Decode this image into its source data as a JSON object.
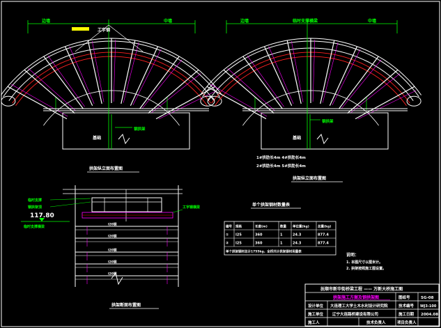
{
  "view1": {
    "label_left": "边墙",
    "label_right": "中墙",
    "label_center": "工字钢",
    "label_side": "钢拱架",
    "label_bottom": "基础",
    "caption": "拱架纵立面布置图"
  },
  "view2": {
    "label_left": "边墙",
    "label_right": "中墙",
    "label_top": "临时支撑横梁",
    "label_side": "钢拱架",
    "label_bottom": "基础",
    "note_lines": [
      "1#拱肋长4m  4#拱肋长4m",
      "2#拱肋长4m  5#拱肋长4m"
    ],
    "caption": "拱架纵立面布置图"
  },
  "section": {
    "elevation": "117.80",
    "elevation_label": "临时支撑横梁",
    "labels_left": [
      "钢拱架顶",
      "临时支撑"
    ],
    "label_right": "工字钢横梁",
    "beams": [
      "I20钢",
      "I20钢",
      "I20钢",
      "I20钢",
      "I20钢"
    ],
    "caption": "拱架断面布置图"
  },
  "table": {
    "title": "单个拱架钢材数量表",
    "headers": [
      "编号",
      "规格",
      "长度(m)",
      "数量",
      "单位重(kg)",
      "总重(kg)"
    ],
    "rows": [
      [
        "①",
        "I25",
        "360",
        "1",
        "24.3",
        "877.4"
      ],
      [
        "②",
        "I25",
        "360",
        "1",
        "24.3",
        "877.4"
      ]
    ],
    "footer": "单个拱架钢材总计1755kg，全桥共计拱架钢材用量表"
  },
  "notes": {
    "title": "说明：",
    "items": [
      "1. 本图尺寸以厘米计。",
      "2. 拱架按照施工图设置。"
    ]
  },
  "title_block": {
    "project": "抚顺市新华街桥梁工程 —— 万新大桥施工图",
    "drawing_title": "拱架施工方案及钢拱架图",
    "designer_label": "设计单位",
    "designer": "大连理工大学土木水利设计研究院",
    "contractor_label": "施工单位",
    "contractor": "辽宁大连路桥建设有限公司",
    "staff_label": "施工人",
    "reviewer_label": "技术负责人",
    "drawing_no_label": "图纸号",
    "drawing_no": "SG-08",
    "tech_label": "技术编号",
    "tech_no": "WJ3-100",
    "date_label": "施工日期",
    "date": "2004.08",
    "manager_label": "项目负责人"
  }
}
